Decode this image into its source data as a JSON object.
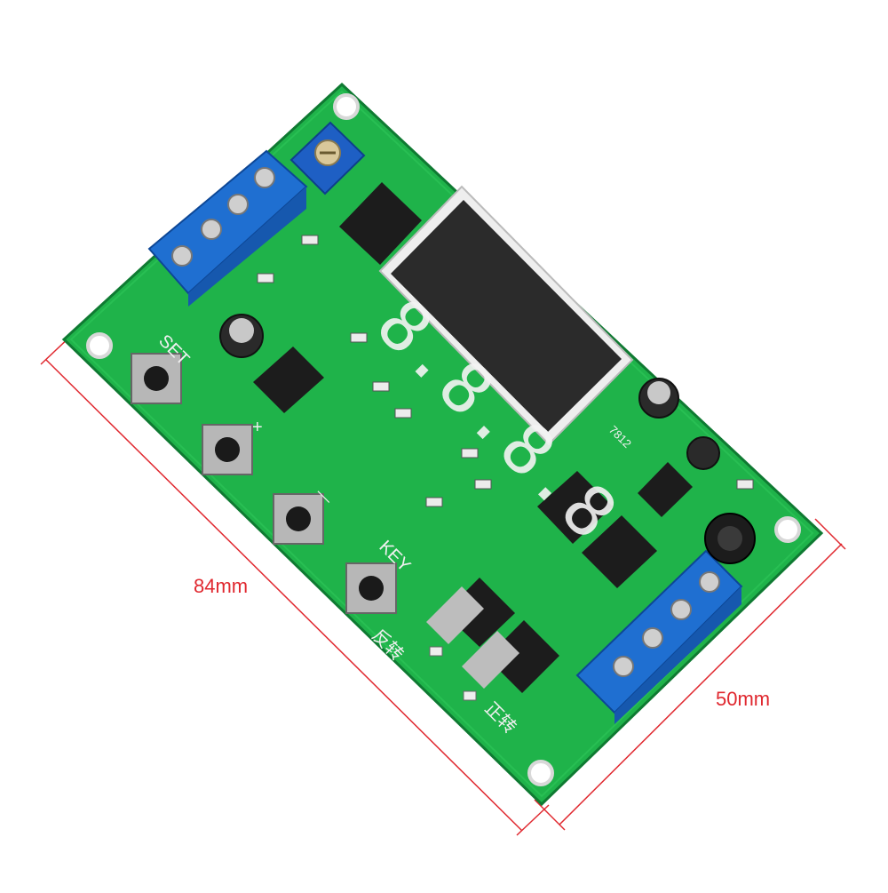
{
  "board": {
    "silkscreen": {
      "set": "SET",
      "plus": "+",
      "minus": "—",
      "key": "KEY",
      "reverse": "反转",
      "forward": "正转",
      "reg_7812": "7812"
    },
    "display": {
      "digits": "8.8.8.8"
    },
    "colors": {
      "pcb": "#1fb34a",
      "pcb_dark": "#138a37",
      "terminal": "#1f6fd1",
      "display": "#2b2b2b",
      "dimension": "#e0282f"
    }
  },
  "dimensions": {
    "length": "84mm",
    "width": "50mm"
  }
}
